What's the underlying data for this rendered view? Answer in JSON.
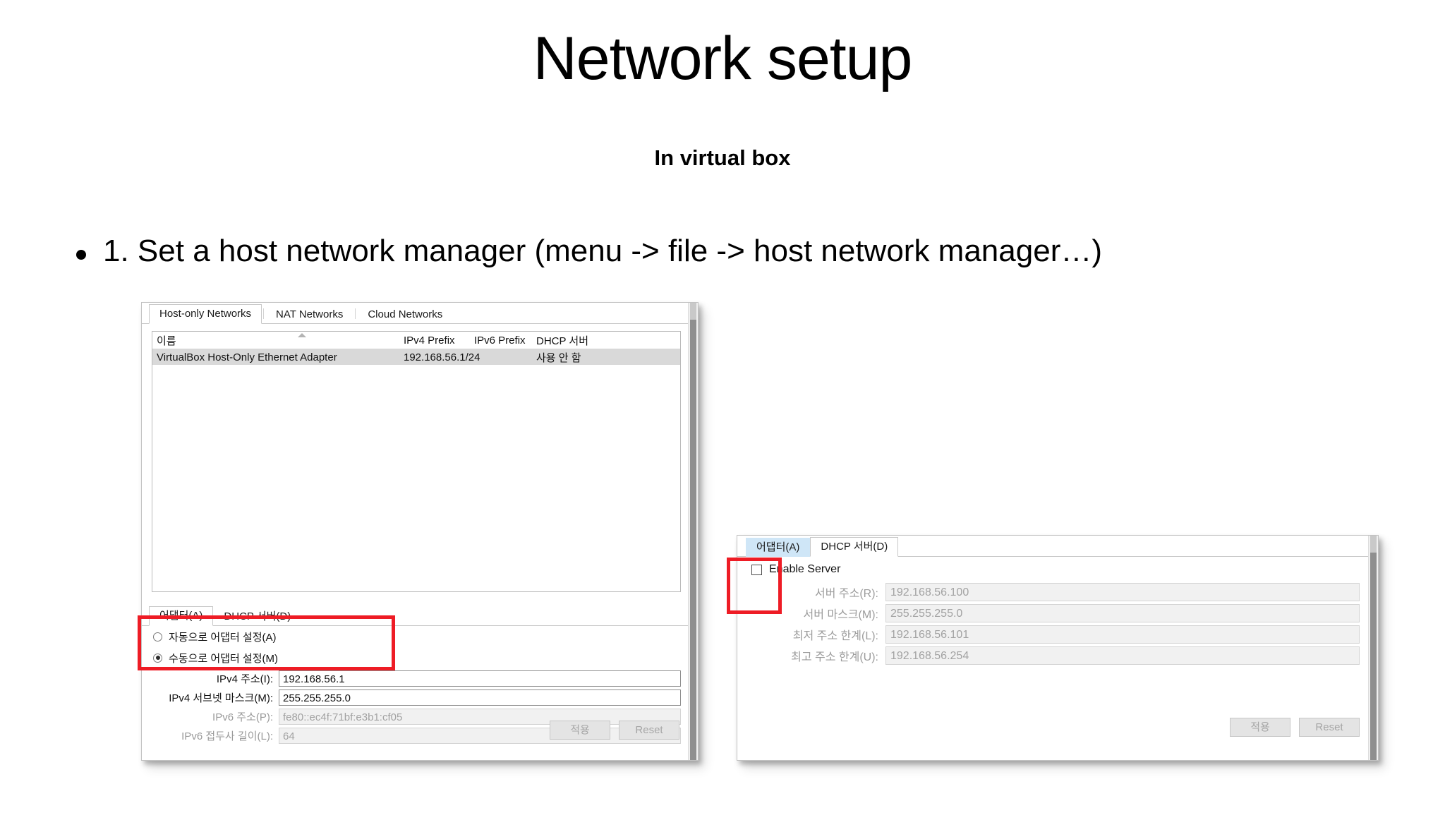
{
  "slide": {
    "title": "Network setup",
    "subtitle": "In virtual box",
    "bullet": "1. Set a host network manager (menu -> file -> host network manager…)"
  },
  "host_network_manager": {
    "tabs": [
      {
        "label": "Host-only Networks",
        "state": "active"
      },
      {
        "label": "NAT Networks",
        "state": "normal"
      },
      {
        "label": "Cloud Networks",
        "state": "normal"
      }
    ],
    "table": {
      "headers": [
        "이름",
        "IPv4 Prefix",
        "IPv6 Prefix",
        "DHCP 서버"
      ],
      "rows": [
        {
          "name": "VirtualBox Host-Only Ethernet Adapter",
          "ipv4_prefix": "192.168.56.1/24",
          "ipv6_prefix": "",
          "dhcp_server": "사용 안 함",
          "selected": true
        }
      ],
      "sort_indicator": "ascending-caret"
    },
    "lower_tabs": [
      {
        "label": "어댑터(A)",
        "state": "active"
      },
      {
        "label": "DHCP 서버(D)",
        "state": "normal"
      }
    ],
    "adapter": {
      "radio_auto": {
        "label": "자동으로 어댑터 설정(A)",
        "selected": false
      },
      "radio_manual": {
        "label": "수동으로 어댑터 설정(M)",
        "selected": true
      },
      "fields": [
        {
          "label": "IPv4 주소(I):",
          "value": "192.168.56.1",
          "disabled": false
        },
        {
          "label": "IPv4 서브넷 마스크(M):",
          "value": "255.255.255.0",
          "disabled": false
        },
        {
          "label": "IPv6 주소(P):",
          "value": "fe80::ec4f:71bf:e3b1:cf05",
          "disabled": true
        },
        {
          "label": "IPv6 접두사 길이(L):",
          "value": "64",
          "disabled": true
        }
      ]
    },
    "buttons": [
      {
        "label": "적용",
        "disabled": true
      },
      {
        "label": "Reset",
        "disabled": true
      }
    ]
  },
  "dhcp_server_dialog": {
    "tabs": [
      {
        "label": "어댑터(A)",
        "state": "hover"
      },
      {
        "label": "DHCP 서버(D)",
        "state": "active"
      }
    ],
    "enable_server": {
      "label": "Enable Server",
      "checked": false
    },
    "fields": [
      {
        "label": "서버 주소(R):",
        "value": "192.168.56.100",
        "disabled": true
      },
      {
        "label": "서버 마스크(M):",
        "value": "255.255.255.0",
        "disabled": true
      },
      {
        "label": "최저 주소 한계(L):",
        "value": "192.168.56.101",
        "disabled": true
      },
      {
        "label": "최고 주소 한계(U):",
        "value": "192.168.56.254",
        "disabled": true
      }
    ],
    "buttons": [
      {
        "label": "적용",
        "disabled": true
      },
      {
        "label": "Reset",
        "disabled": true
      }
    ]
  },
  "annotations": {
    "color": "#ee1c25",
    "boxes": [
      {
        "name": "manual-adapter-settings"
      },
      {
        "name": "enable-server-checkbox"
      }
    ]
  }
}
